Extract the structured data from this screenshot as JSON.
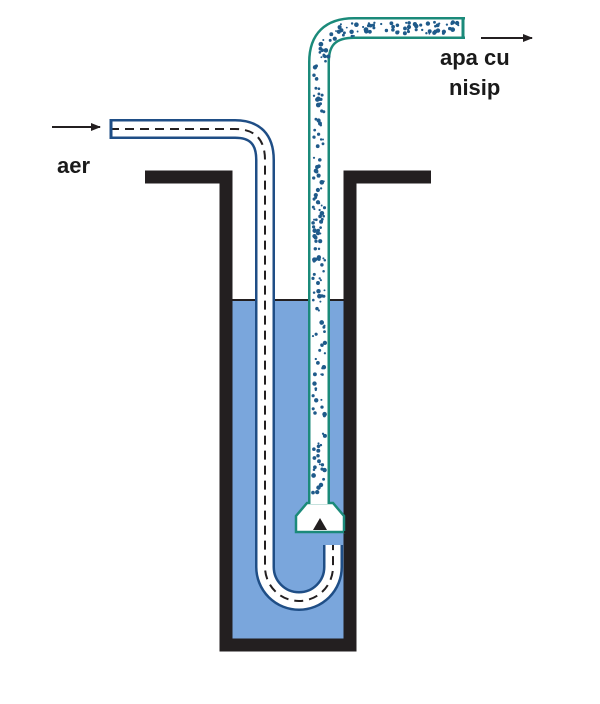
{
  "labels": {
    "air_in": "aer",
    "water_sand_out_line1": "apa cu",
    "water_sand_out_line2": "nisip"
  },
  "colors": {
    "vessel_wall": "#231f20",
    "water": "#7aa6dc",
    "air_pipe_outline": "#1f4e86",
    "air_flow_dashes": "#231f20",
    "lift_pipe_outline": "#1b8a7a",
    "sand_particles": "#1f5a8a",
    "arrows": "#231f20",
    "background": "#ffffff"
  },
  "icons": {
    "air_inlet_arrow": "arrow-right",
    "outlet_arrow": "arrow-right",
    "nozzle": "funnel-nozzle"
  }
}
